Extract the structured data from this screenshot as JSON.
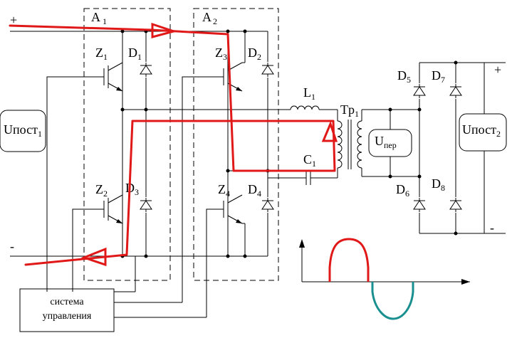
{
  "diagram": {
    "terminals": {
      "plus_left": "+",
      "minus_left": "-",
      "plus_right": "+",
      "minus_right": "-"
    },
    "blocks": {
      "a1": {
        "main": "A",
        "sub": "1"
      },
      "a2": {
        "main": "A",
        "sub": "2"
      }
    },
    "transistors": [
      {
        "main": "Z",
        "sub": "1"
      },
      {
        "main": "Z",
        "sub": "2"
      },
      {
        "main": "Z",
        "sub": "3"
      },
      {
        "main": "Z",
        "sub": "4"
      }
    ],
    "diodes": [
      {
        "main": "D",
        "sub": "1"
      },
      {
        "main": "D",
        "sub": "3"
      },
      {
        "main": "D",
        "sub": "2"
      },
      {
        "main": "D",
        "sub": "4"
      },
      {
        "main": "D",
        "sub": "5"
      },
      {
        "main": "D",
        "sub": "6"
      },
      {
        "main": "D",
        "sub": "7"
      },
      {
        "main": "D",
        "sub": "8"
      }
    ],
    "inductor": {
      "main": "L",
      "sub": "1"
    },
    "capacitor": {
      "main": "C",
      "sub": "1"
    },
    "transformer": {
      "main": "Tp",
      "sub": "1"
    },
    "sources": {
      "u_in": {
        "main": "Uпост",
        "sub": "1"
      },
      "u_out": {
        "main": "Uпост",
        "sub": "2"
      },
      "u_per": {
        "main": "U",
        "sub": "пер"
      }
    },
    "control_system": {
      "line1": "система",
      "line2": "управления"
    },
    "colors": {
      "current_path": "#e01818",
      "positive_half_wave": "#e01818",
      "negative_half_wave": "#1a8f8f"
    }
  }
}
